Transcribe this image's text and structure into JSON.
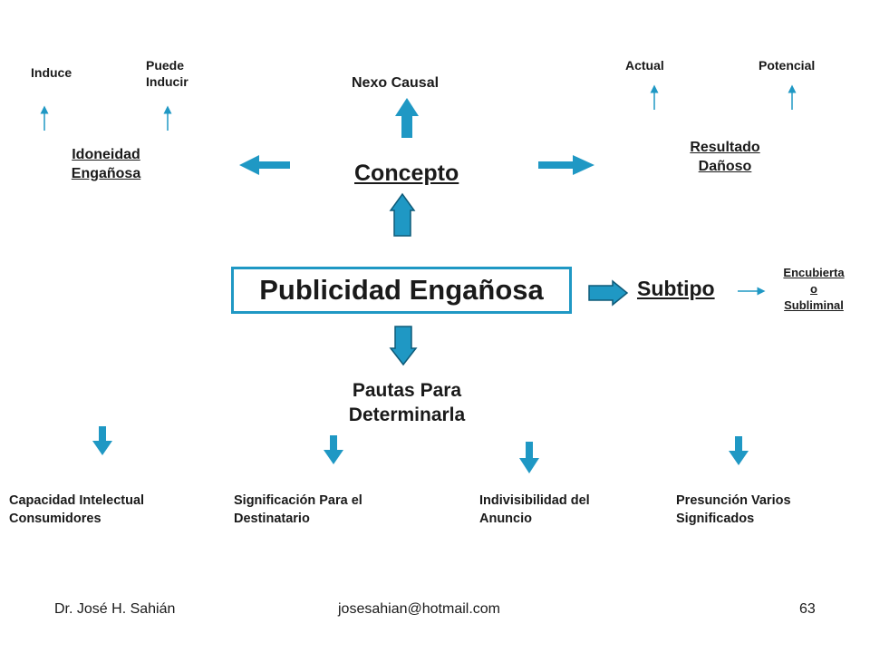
{
  "colors": {
    "arrow_fill": "#1f98c4",
    "arrow_stroke": "#0e5a78",
    "box_border": "#1f98c4",
    "text": "#1a1a1a"
  },
  "center": {
    "title": "Publicidad Engañosa"
  },
  "concepto": {
    "title": "Concepto"
  },
  "nexo": {
    "label": "Nexo Causal"
  },
  "idoneidad": {
    "line1": "Idoneidad",
    "line2": "Engañosa",
    "induce": "Induce",
    "puede_line1": "Puede",
    "puede_line2": "Inducir"
  },
  "resultado": {
    "line1": "Resultado",
    "line2": "Dañoso",
    "actual": "Actual",
    "potencial": "Potencial"
  },
  "subtipo": {
    "title": "Subtipo",
    "line1": "Encubierta",
    "line2": "o",
    "line3": "Subliminal"
  },
  "pautas": {
    "line1": "Pautas Para",
    "line2": "Determinarla",
    "items": [
      {
        "line1": "Capacidad Intelectual",
        "line2": "Consumidores"
      },
      {
        "line1": "Significación Para el",
        "line2": "Destinatario"
      },
      {
        "line1": "Indivisibilidad del",
        "line2": "Anuncio"
      },
      {
        "line1": "Presunción Varios",
        "line2": "Significados"
      }
    ]
  },
  "footer": {
    "author": "Dr. José H. Sahián",
    "email": "josesahian@hotmail.com",
    "page": "63"
  }
}
